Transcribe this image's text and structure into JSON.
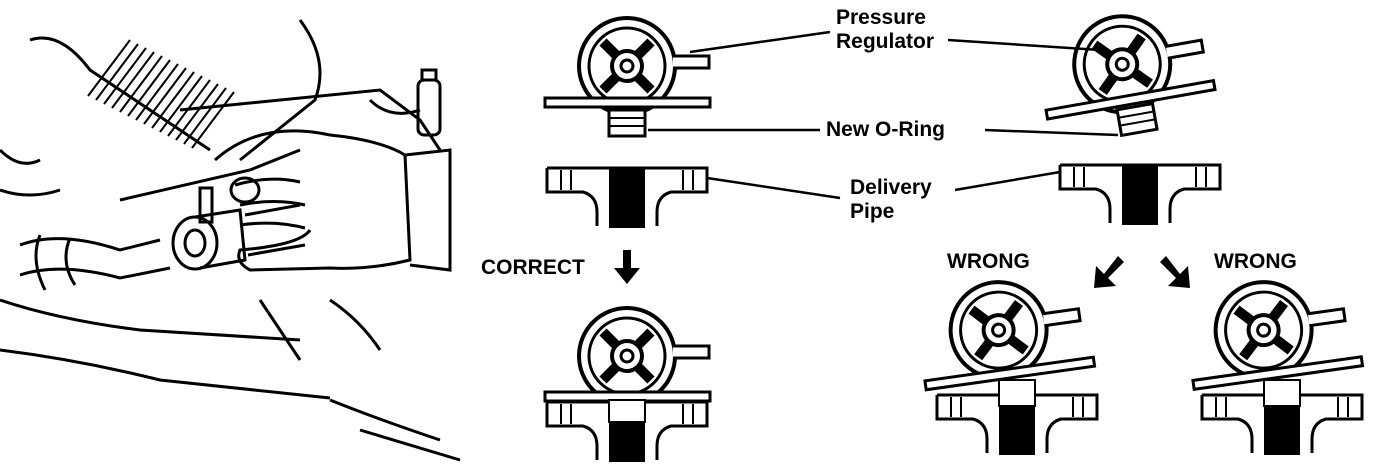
{
  "labels": {
    "pressure_regulator_line1": "Pressure",
    "pressure_regulator_line2": "Regulator",
    "new_o_ring": "New O-Ring",
    "delivery_pipe_line1": "Delivery",
    "delivery_pipe_line2": "Pipe",
    "correct": "CORRECT",
    "wrong_left": "WRONG",
    "wrong_right": "WRONG"
  },
  "colors": {
    "ink": "#000000",
    "paper": "#ffffff"
  }
}
